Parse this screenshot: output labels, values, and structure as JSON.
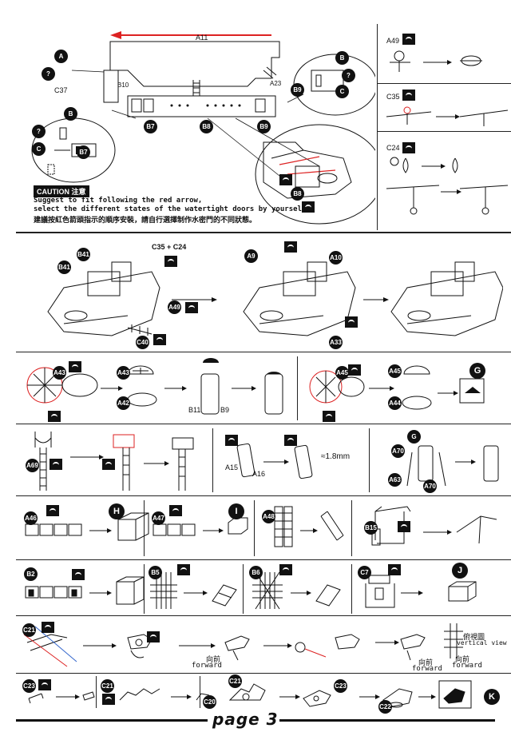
{
  "page_footer": "page 3",
  "caution": {
    "tag": "CAUTION 注意",
    "line1": "Suggest to fit following the red arrow,",
    "line2": "select the different states of the watertight doors by yourself.",
    "line3": "建議按紅色箭頭指示的順序安裝，請自行選擇制作水密門的不同狀態。"
  },
  "top_labels": {
    "a11": "A11",
    "a23": "A23",
    "b10": "B10",
    "b7": "B7",
    "b8": "B8",
    "b9": "B9",
    "b7_detail": "B7",
    "c37": "C37",
    "b8_detail": "B8"
  },
  "badges": {
    "a": "A",
    "b": "B",
    "c": "C",
    "q": "?",
    "g": "G",
    "h": "H",
    "i": "I",
    "j": "J",
    "k": "K"
  },
  "right_top": {
    "a49": "A49",
    "c35": "C35",
    "c24": "C24"
  },
  "ship_row": {
    "b41_a": "B41",
    "b41_b": "B41",
    "c35_c24": "C35 + C24",
    "a49": "A49",
    "c40": "C40",
    "a9": "A9",
    "a10": "A10",
    "a33": "A33"
  },
  "row3": {
    "a43": "A43",
    "a43b": "A43",
    "a42": "A42",
    "b11": "B11",
    "b9": "B9",
    "a45": "A45",
    "a45b": "A45",
    "a44": "A44"
  },
  "row4": {
    "a69": "A69",
    "a15": "A15",
    "a16": "A16",
    "measure": "≈1.8mm",
    "a70": "A70",
    "a70b": "A70",
    "a63": "A63"
  },
  "row5": {
    "a46": "A46",
    "a47": "A47",
    "a48": "A48",
    "b15": "B15"
  },
  "row6": {
    "b2": "B2",
    "b5": "B5",
    "b6": "B6",
    "c7": "C7"
  },
  "row7": {
    "c21": "C21",
    "forward1_cn": "向前",
    "forward1_en": "forward",
    "forward2_cn": "向前",
    "forward2_en": "forward",
    "forward3_cn": "向前",
    "forward3_en": "forward",
    "vertical_cn": "俯視圖",
    "vertical_en": "vertical view"
  },
  "row8": {
    "c23": "C23",
    "c21": "C21",
    "c21b": "C21",
    "c20": "C20",
    "c23b": "C23",
    "c22": "C22"
  }
}
